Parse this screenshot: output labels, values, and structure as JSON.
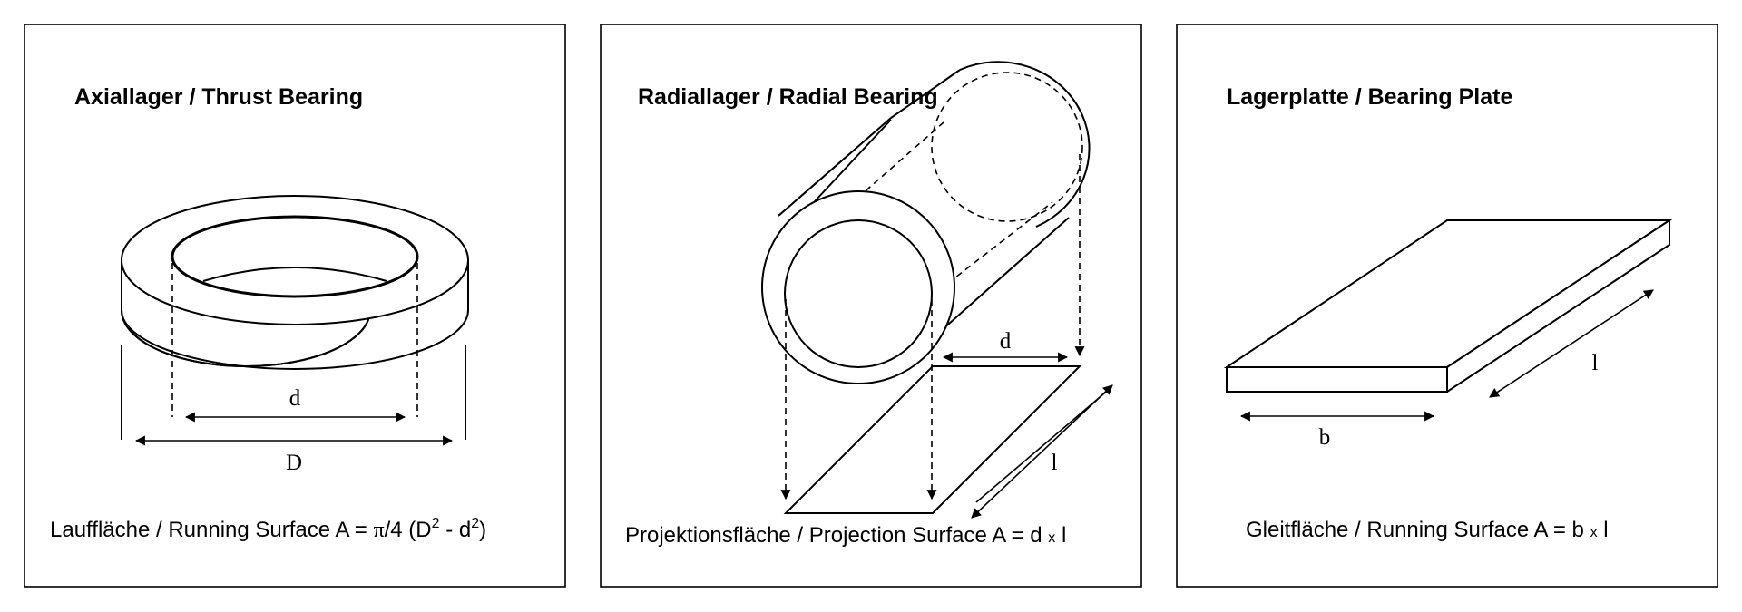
{
  "panels": [
    {
      "title": "Axiallager / Thrust Bearing",
      "caption": {
        "prefix": "Lauffläche / Running Surface A = ",
        "pi": "π",
        "div": "/4 (D",
        "sup1": "2",
        "mid": " - d",
        "sup2": "2",
        "close": ")"
      },
      "labels": {
        "inner": "d",
        "outer": "D"
      }
    },
    {
      "title": "Radiallager / Radial Bearing",
      "caption": {
        "prefix": "Projektionsfläche / Projection Surface A = d",
        "times": "x",
        "suffix": " l"
      },
      "labels": {
        "diameter": "d",
        "length": "l"
      }
    },
    {
      "title": "Lagerplatte / Bearing Plate",
      "caption": {
        "prefix": "Gleitfläche / Running Surface A = b",
        "times": "x",
        "suffix": " l"
      },
      "labels": {
        "width": "b",
        "length": "l"
      }
    }
  ]
}
